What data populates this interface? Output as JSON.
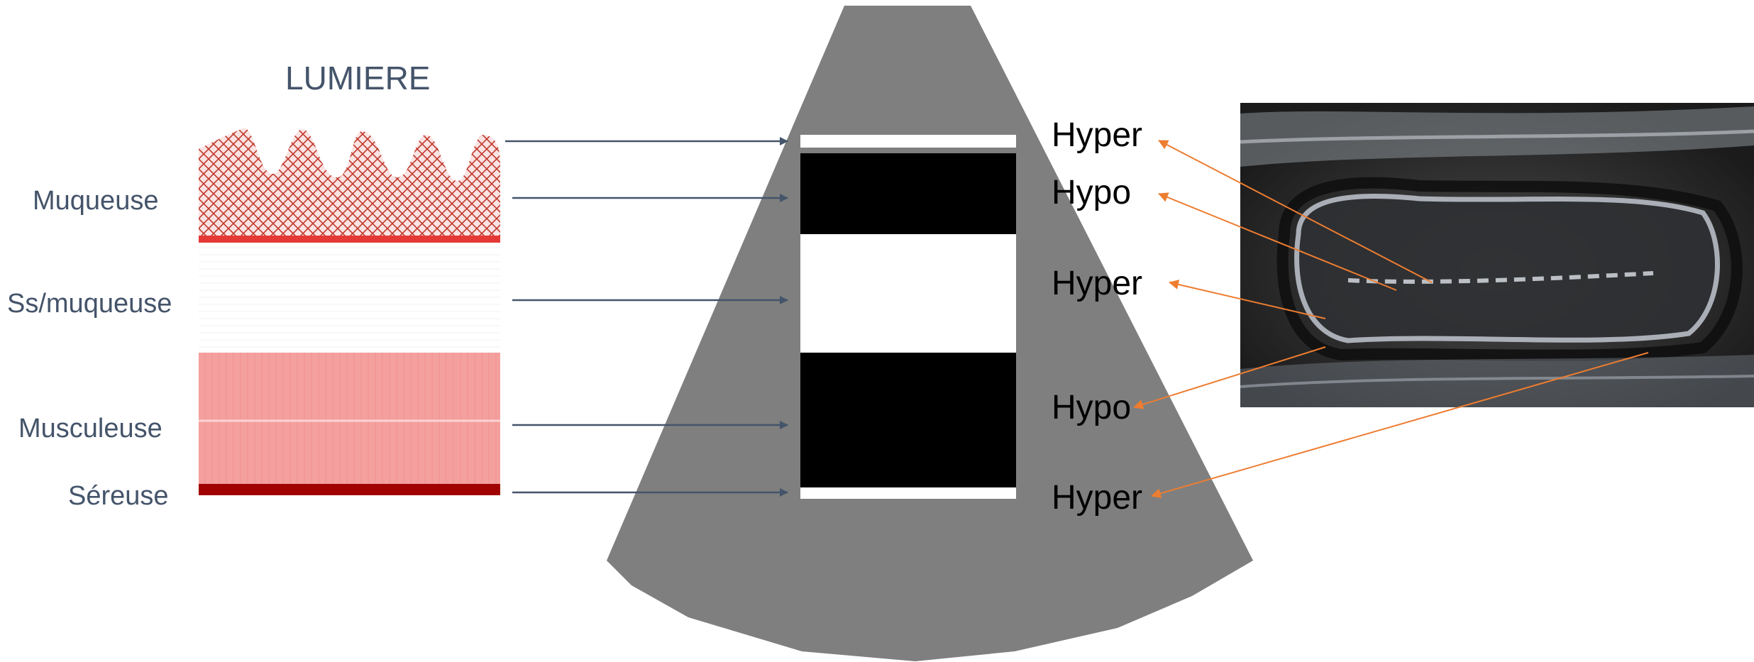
{
  "title": "LUMIERE",
  "layers": [
    {
      "label": "Muqueuse"
    },
    {
      "label": "Ss/muqueuse"
    },
    {
      "label": "Musculeuse"
    },
    {
      "label": "Séreuse"
    }
  ],
  "echo_labels": [
    {
      "label": "Hyper"
    },
    {
      "label": "Hypo"
    },
    {
      "label": "Hyper"
    },
    {
      "label": "Hypo"
    },
    {
      "label": "Hyper"
    }
  ],
  "colors": {
    "label_text": "#44546a",
    "arrow_dark": "#44546a",
    "arrow_orange": "#ed7d31",
    "probe_gray": "#7f7f7f",
    "mucosa_red": "#c0392b",
    "muscle_pink": "#f4a09e",
    "serosa_darkred": "#a00000"
  },
  "icons": {
    "ultrasound_image": "ultrasound-bowel-image"
  }
}
